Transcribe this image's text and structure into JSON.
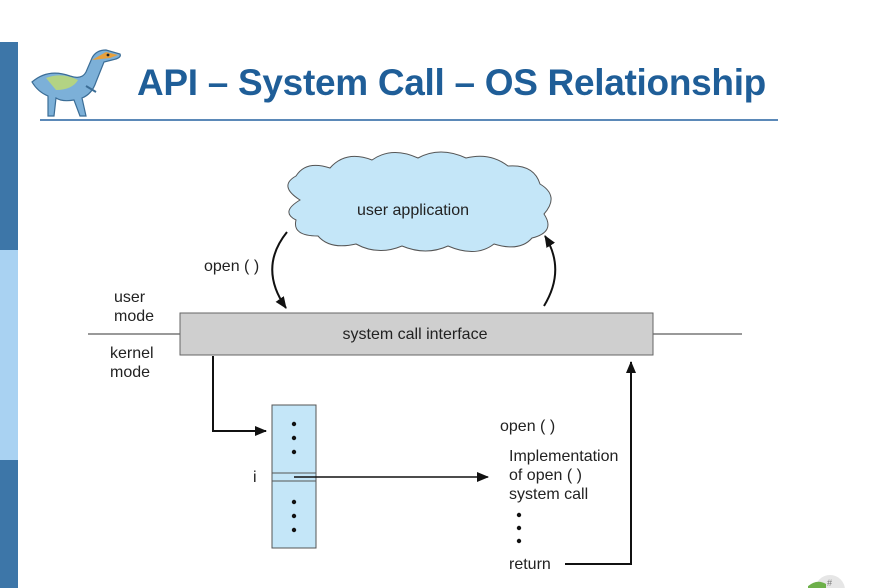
{
  "slide": {
    "title": "API – System Call – OS Relationship"
  },
  "diagram": {
    "cloud_label": "user application",
    "call_open_label": "open ( )",
    "user_mode_line1": "user",
    "user_mode_line2": "mode",
    "kernel_mode_line1": "kernel",
    "kernel_mode_line2": "mode",
    "interface_label": "system call interface",
    "table_index_label": "i",
    "impl_open_label": "open ( )",
    "impl_line1": "Implementation",
    "impl_line2": "of open ( )",
    "impl_line3": "system call",
    "return_label": "return"
  },
  "icons": {
    "mascot": "dinosaur-icon",
    "corner": "dinosaur-badge-icon"
  },
  "colors": {
    "title": "#1f5e98",
    "sidebar_dark": "#3d76a8",
    "sidebar_light": "#a9d2f2",
    "cloud_fill": "#c4e6f8",
    "interface_fill": "#cfcfcf",
    "table_fill": "#c4e6f8"
  }
}
